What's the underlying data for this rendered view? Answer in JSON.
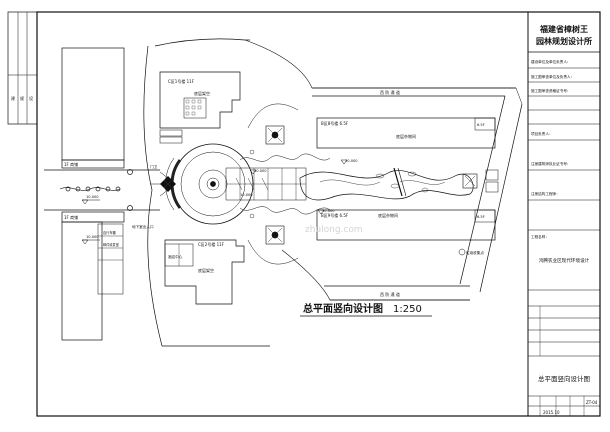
{
  "title_block": {
    "org_line1": "福建省樟树王",
    "org_line2": "园林规划设计所",
    "fields": [
      "建设单位及单位负责人：",
      "施工图审查单位及负责人：",
      "施工图审查资格证书号：",
      "项目负责人：",
      "注册建筑师执业证书号：",
      "注册结构工程师：",
      "工程名称：",
      "鸿腾农业区现代环境设计"
    ],
    "drawing_name": "总平面竖向设计图",
    "sheet_no": "ZT-04",
    "date_value": "2015.10"
  },
  "plan": {
    "main_title": "总平面竖向设计图",
    "scale": "1:250",
    "roads": {
      "top": "西 防 通 道",
      "bottom": "西 防 通 道"
    },
    "buildings": {
      "b_top_left_label": "C区1号楼 11F",
      "b_top_left_inner": "底层架空",
      "b_mid_top_label": "B区8号楼 6.5F",
      "b_mid_top_inner": "底层杂物间",
      "b_mid_top_tag": "6.5F",
      "b_mid_bot_label": "B区9号楼 6.5F",
      "b_mid_bot_inner": "底层杂物间",
      "b_mid_bot_tag": "6.5F",
      "b_bot_left_label": "C区2号楼 11F",
      "b_bot_left_inner": "底层架空",
      "b_bot_left_sub": "酒店中心",
      "left_block_top": "1F    商铺",
      "left_block_bot": "1F    商铺"
    },
    "elevations": {
      "e1": "10.000",
      "e2": "10.000",
      "e3": "10.000",
      "e4": "10.000",
      "e5": "10.000",
      "e6": "10.000"
    },
    "labels": {
      "underground_entry": "地下室出入口",
      "guardhouse": "门卫",
      "garbage": "垃圾收集点",
      "bike": "自行车棚",
      "mail": "邮件收发室",
      "left_col": [
        "建",
        "规",
        "设"
      ]
    },
    "watermark": "zhulong.com"
  }
}
